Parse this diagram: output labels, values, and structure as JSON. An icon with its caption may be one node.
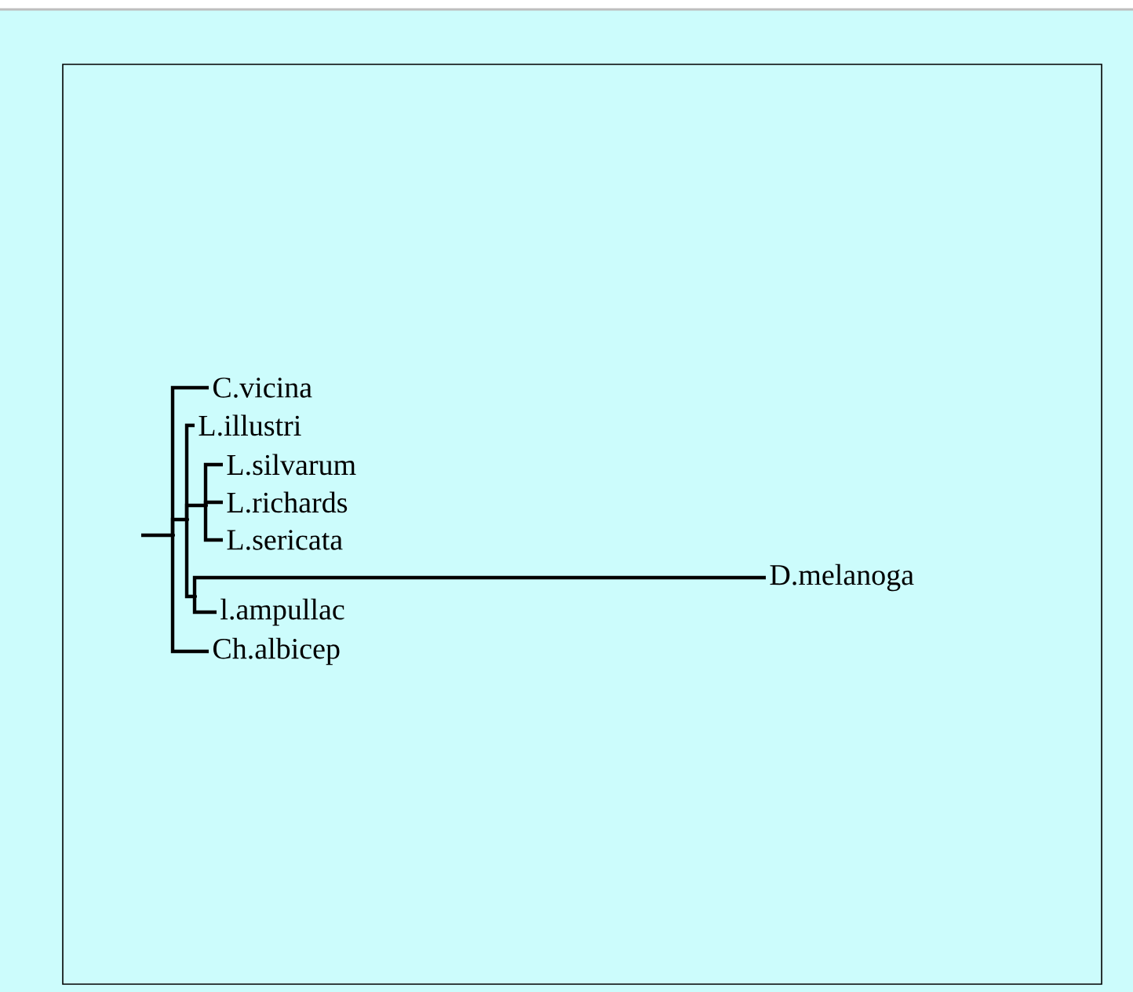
{
  "diagram": {
    "nodes": [
      {
        "text": [
          "C.vicina"
        ]
      },
      {
        "text": [
          "L.illustri"
        ]
      },
      {
        "text": [
          "L.silvarum"
        ]
      },
      {
        "text": [
          "L.richards"
        ]
      },
      {
        "text": [
          "L.sericata"
        ]
      },
      {
        "text": [
          "D.melanoga"
        ]
      },
      {
        "text": [
          "l.ampullac"
        ]
      },
      {
        "text": [
          "Ch.albicep"
        ]
      },
      {
        "text": [],
        "shape": "point"
      },
      {
        "text": [],
        "shape": "point"
      },
      {
        "text": [],
        "shape": "point"
      },
      {
        "text": [],
        "shape": "point"
      }
    ],
    "edges": [
      {
        "from": null,
        "to": 8,
        "arrow": "none"
      },
      {
        "from": 8,
        "to": 0,
        "arrow": "none"
      },
      {
        "from": 8,
        "to": 9,
        "arrow": "none"
      },
      {
        "from": 8,
        "to": 7,
        "arrow": "none"
      },
      {
        "from": 9,
        "to": 1,
        "arrow": "none"
      },
      {
        "from": 9,
        "to": 10,
        "arrow": "none"
      },
      {
        "from": 9,
        "to": 11,
        "arrow": "none"
      },
      {
        "from": 10,
        "to": 2,
        "arrow": "none"
      },
      {
        "from": 10,
        "to": 3,
        "arrow": "none"
      },
      {
        "from": 10,
        "to": 4,
        "arrow": "none"
      },
      {
        "from": 11,
        "to": 5,
        "arrow": "none"
      },
      {
        "from": 11,
        "to": 6,
        "arrow": "none"
      }
    ]
  }
}
